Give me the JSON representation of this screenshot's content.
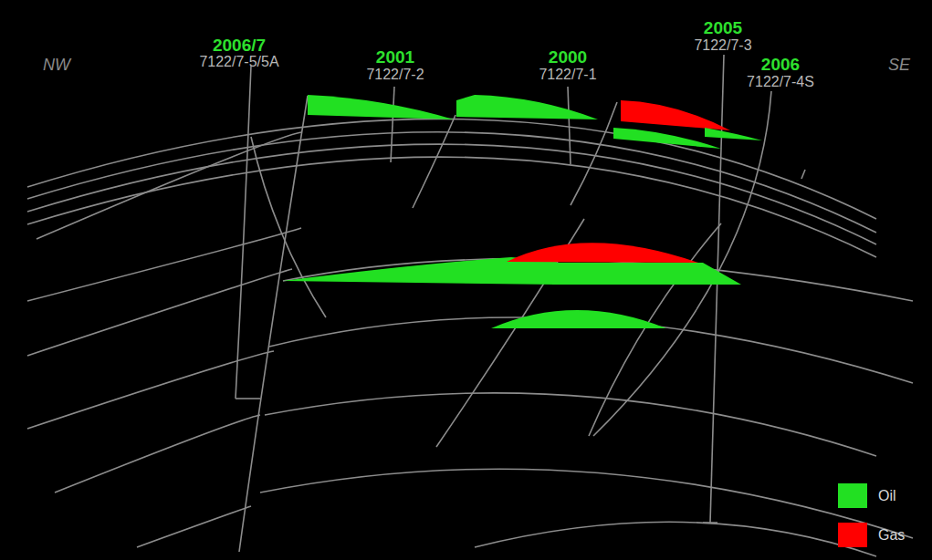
{
  "diagram": {
    "labels": [
      "NW",
      "2006/7",
      "7122/7-5/5A",
      "2001",
      "7122/7-2",
      "2000",
      "7122/7-1",
      "2005",
      "7122/7-3",
      "2006",
      "7122/7-4S",
      "SE"
    ],
    "legend": [
      {
        "text": "Oil",
        "color": "#22e022"
      },
      {
        "text": "Gas",
        "color": "#ff0000"
      }
    ]
  }
}
